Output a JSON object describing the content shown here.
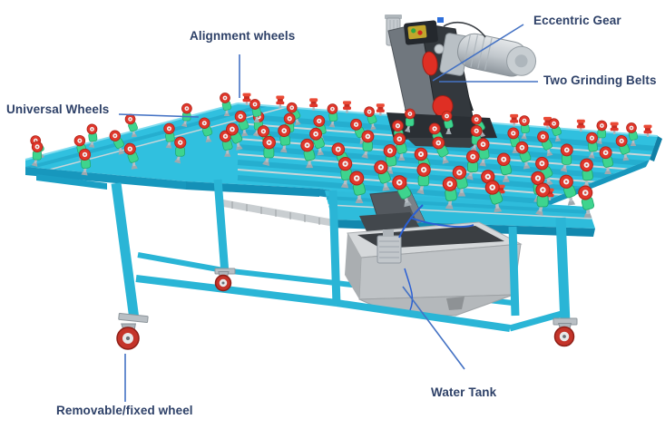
{
  "figure": {
    "type": "annotated-machine-diagram",
    "subject": "Glass edge grinding machine (belt sander head over caster table)",
    "background": "#FFFFFF"
  },
  "labels": {
    "alignment_wheels": {
      "text": "Alignment wheels"
    },
    "eccentric_gear": {
      "text": "Eccentric Gear"
    },
    "two_grinding_belts": {
      "text": "Two Grinding Belts"
    },
    "universal_wheels": {
      "text": "Universal Wheels"
    },
    "water_tank": {
      "text": "Water Tank"
    },
    "removable_fixed_wheel": {
      "text": "Removable/fixed wheel"
    }
  },
  "colors": {
    "label_text": "#2E4168",
    "leader_line": "#4472C4",
    "frame_cyan": "#30C0DF",
    "frame_cyan_dark": "#1797BD",
    "wheel_green": "#3ED48E",
    "wheel_red": "#E0372B",
    "machine_gray_dark": "#33383D",
    "tank_gray": "#C3C7C9"
  }
}
